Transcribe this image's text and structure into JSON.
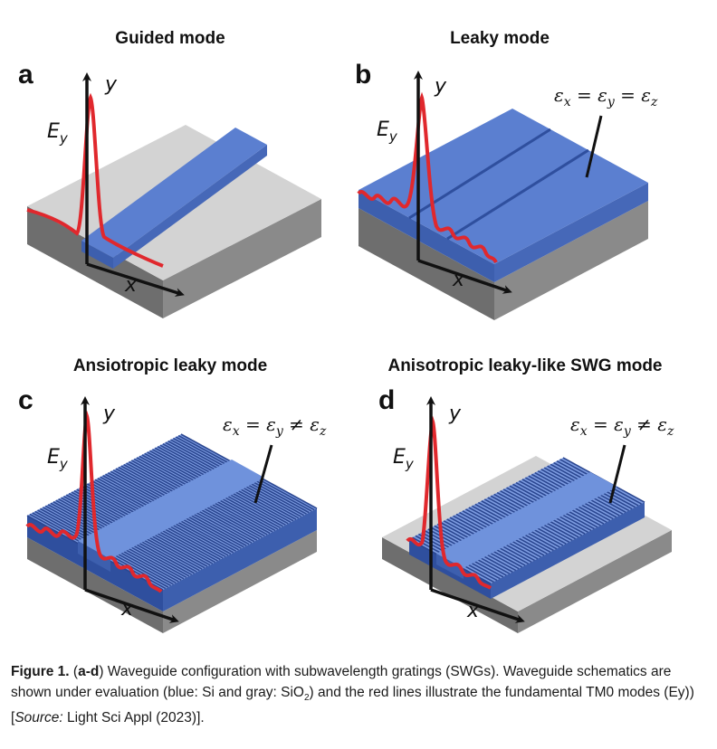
{
  "panels": [
    {
      "letter": "a",
      "title": "Guided mode",
      "eps": null
    },
    {
      "letter": "b",
      "title": "Leaky mode",
      "eps": {
        "text": "ε",
        "sx": "x",
        "eq1": " = ε",
        "sy": "y",
        "eq2": " = ε",
        "sz": "z"
      }
    },
    {
      "letter": "c",
      "title": "Ansiotropic leaky mode",
      "eps": {
        "text": "ε",
        "sx": "x",
        "eq1": " = ε",
        "sy": "y",
        "eq2": " ≠ ε",
        "sz": "z"
      }
    },
    {
      "letter": "d",
      "title": "Anisotropic leaky-like SWG mode",
      "eps": {
        "text": "ε",
        "sx": "x",
        "eq1": " = ε",
        "sy": "y",
        "eq2": " ≠ ε",
        "sz": "z"
      }
    }
  ],
  "axis": {
    "y": "y",
    "x": "x",
    "field": "E",
    "field_sub": "y"
  },
  "colors": {
    "silicon": "#4f74c8",
    "silicon_top": "#6f92dc",
    "oxide_top": "#d3d3d3",
    "oxide_front": "#6e6e6e",
    "oxide_side": "#8a8a8a",
    "mode": "#e0282d"
  },
  "caption": {
    "label": "Figure 1.",
    "open": " (",
    "range": "a-d",
    "text1": ") Waveguide configuration with subwavelength gratings (SWGs). Waveguide schematics are shown under evaluation (blue: Si and gray: SiO",
    "sub2": "2",
    "text2": ") and the red lines illustrate the fundamental TM0 modes (Ey)) [",
    "source_label": "Source:",
    "source": " Light Sci Appl (2023)]."
  }
}
